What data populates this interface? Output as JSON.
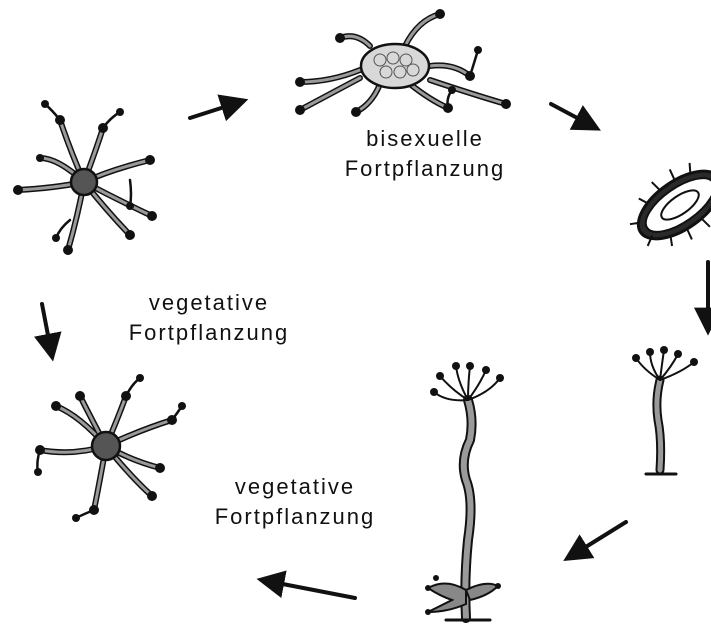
{
  "labels": {
    "bisexual": {
      "line1": "bisexuelle",
      "line2": "Fortpflanzung"
    },
    "vegetative_upper": {
      "line1": "vegetative",
      "line2": "Fortpflanzung"
    },
    "vegetative_lower": {
      "line1": "vegetative",
      "line2": "Fortpflanzung"
    }
  },
  "colors": {
    "ink": "#111111",
    "stalk_fill": "#9a9a9a",
    "body_fill": "#6e6e6e",
    "background": "#ffffff"
  }
}
